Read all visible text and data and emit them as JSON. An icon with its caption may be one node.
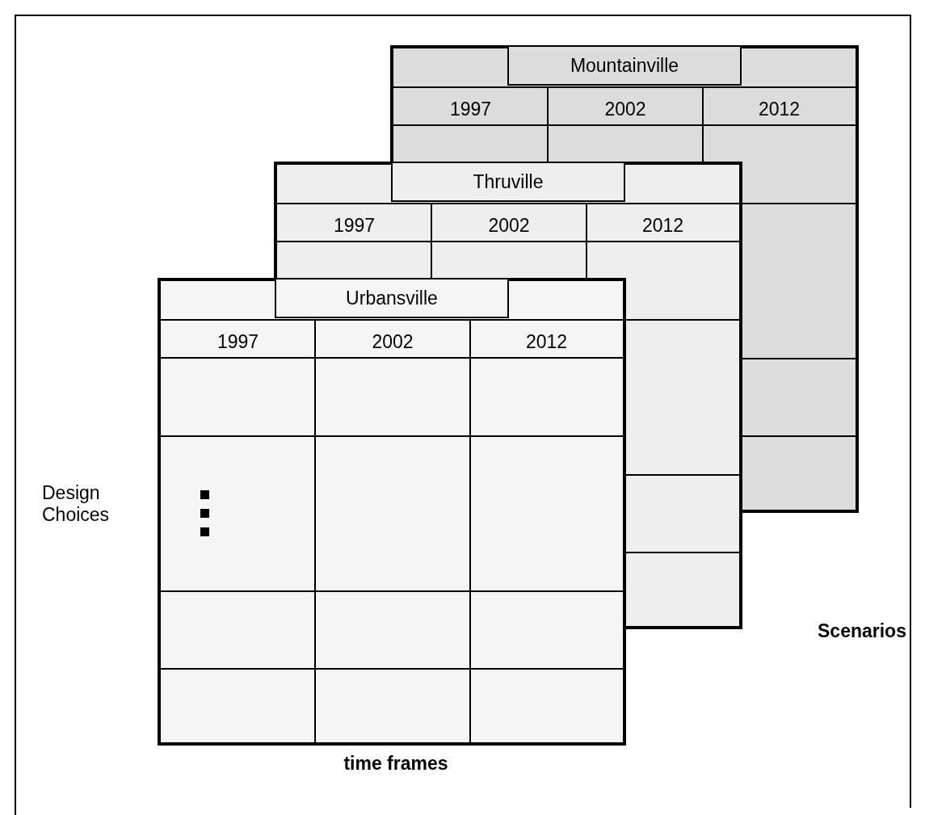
{
  "diagram": {
    "nodes": [
      {
        "text": [
          "Mountainville",
          "1997",
          "2002",
          "2012"
        ]
      },
      {
        "text": [
          "Thruville",
          "1997",
          "2002",
          "2012"
        ]
      },
      {
        "text": [
          "Urbansville",
          "1997",
          "2002",
          "2012"
        ]
      }
    ],
    "labels": [
      "Design Choices",
      "Scenarios",
      "time frames"
    ]
  }
}
